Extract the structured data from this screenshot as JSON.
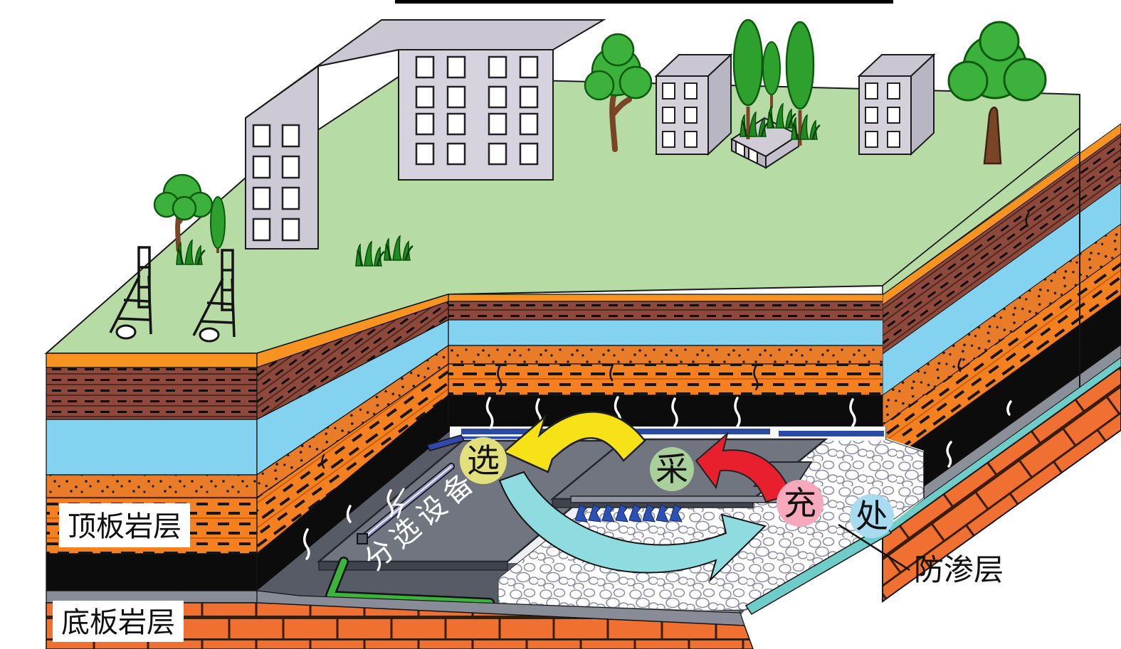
{
  "scene": {
    "rock_labels": {
      "roof_rock": "顶板岩层",
      "floor_rock": "底板岩层"
    },
    "anti_seepage_label": "防渗层",
    "sorting_equipment_label": "分选设备",
    "process_nodes": [
      {
        "key": "sorting",
        "label": "选",
        "fill": "#e2e07c"
      },
      {
        "key": "mining",
        "label": "采",
        "fill": "#a9cf9b"
      },
      {
        "key": "backfilling",
        "label": "充",
        "fill": "#f6a8bd"
      },
      {
        "key": "disposal",
        "label": "处",
        "fill": "#a8daf0"
      }
    ],
    "arrows": [
      {
        "key": "coal-to-sorting",
        "color": "#f6e216"
      },
      {
        "key": "to-mining-face",
        "color": "#e8202e"
      },
      {
        "key": "waste-to-backfill",
        "color": "#8fdce0"
      }
    ],
    "palette": {
      "surface_green": "#b7dba5",
      "topsoil_orange": "#f79421",
      "mudstone_brown": "#8d4a3c",
      "aquifer_blue": "#82d2f0",
      "sandstone_dotted_orange": "#e87c28",
      "roof_rock_dashed_orange": "#f4801f",
      "coal_black": "#0c0c0c",
      "floor_brick_orange": "#ef7030",
      "anti_seepage_teal": "#6fcdc9",
      "roadway_blue": "#2b4aa6",
      "support_blue": "#2d50b4",
      "building_gray": "#cfccd8",
      "tree_green": "#3cb23c"
    }
  }
}
